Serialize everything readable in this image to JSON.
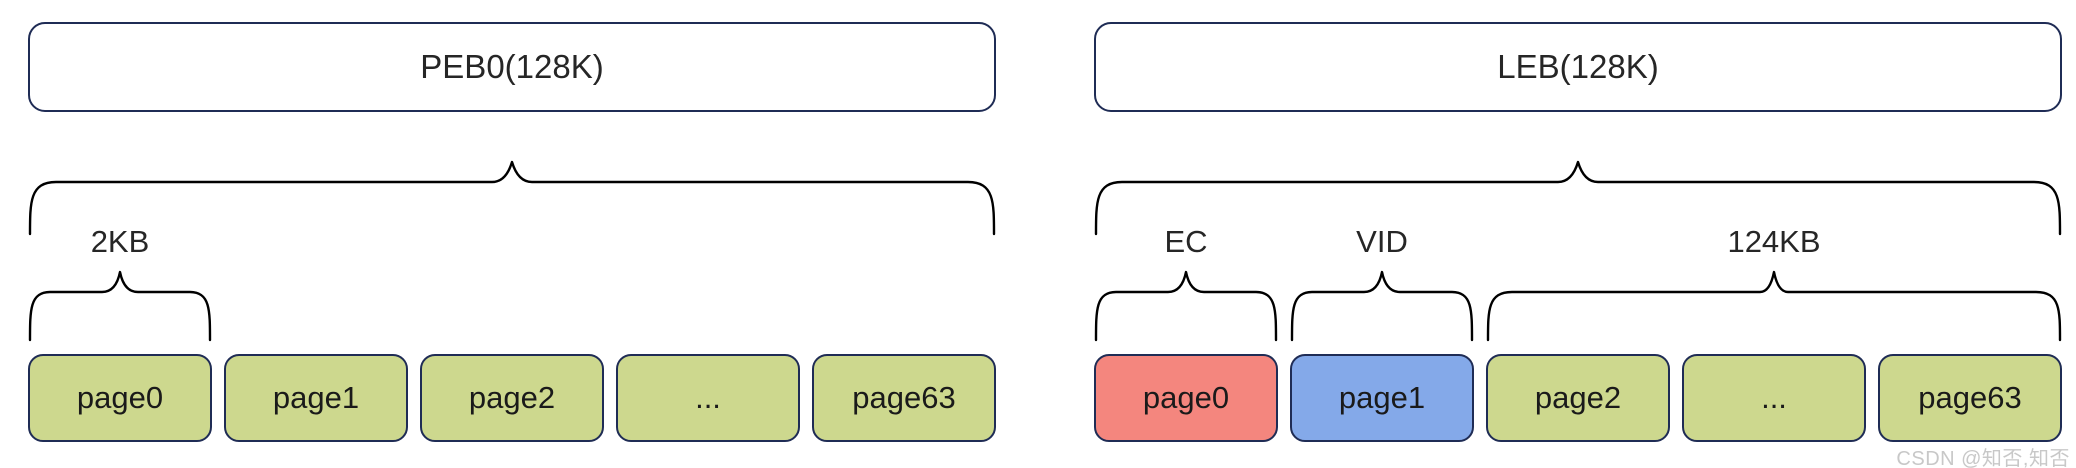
{
  "colors": {
    "box-border": "#1f2c55",
    "page-green": "#cdd88e",
    "page-red": "#f4867e",
    "page-blue": "#84a9e9",
    "brace-stroke": "#000000",
    "text": "#262626",
    "watermark": "#c8c8c8"
  },
  "groups": [
    {
      "title": "PEB0(128K)",
      "sections": [
        {
          "label": "2KB"
        }
      ],
      "pages": [
        {
          "label": "page0"
        },
        {
          "label": "page1"
        },
        {
          "label": "page2"
        },
        {
          "label": "..."
        },
        {
          "label": "page63"
        }
      ]
    },
    {
      "title": "LEB(128K)",
      "sections": [
        {
          "label": "EC"
        },
        {
          "label": "VID"
        },
        {
          "label": "124KB"
        }
      ],
      "pages": [
        {
          "label": "page0"
        },
        {
          "label": "page1"
        },
        {
          "label": "page2"
        },
        {
          "label": "..."
        },
        {
          "label": "page63"
        }
      ]
    }
  ],
  "watermark": "CSDN @知否,知否"
}
